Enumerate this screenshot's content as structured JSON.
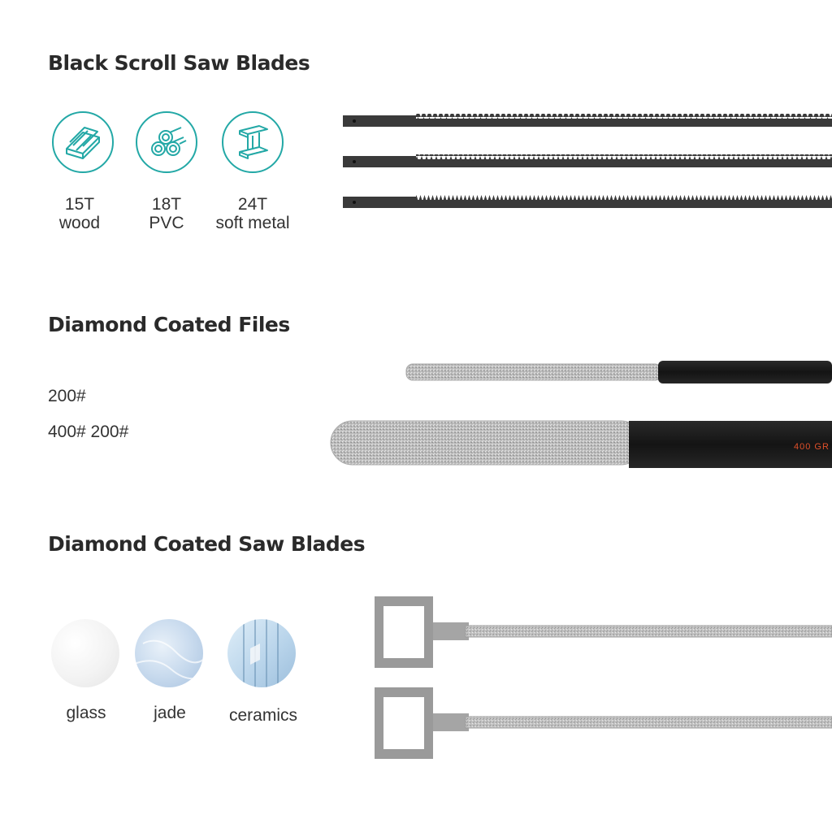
{
  "sections": {
    "scroll_blades": {
      "title": "Black Scroll Saw Blades",
      "items": [
        {
          "icon": "wood-planks-icon",
          "tpi": "15T",
          "material": "wood"
        },
        {
          "icon": "pvc-pipes-icon",
          "tpi": "18T",
          "material": "PVC"
        },
        {
          "icon": "i-beam-icon",
          "tpi": "24T",
          "material": "soft metal"
        }
      ]
    },
    "diamond_files": {
      "title": "Diamond Coated Files",
      "grit_line_1": "200#",
      "grit_line_2": "400# 200#",
      "handle_text": "400 GR"
    },
    "diamond_blades": {
      "title": "Diamond Coated Saw Blades",
      "materials": [
        "glass",
        "jade",
        "ceramics"
      ]
    }
  },
  "colors": {
    "accent": "#23a8a6",
    "blade": "#3a3a3a",
    "handle": "#1c1c1c",
    "handle_text": "#e0502a",
    "steel": "#b9b9b9"
  }
}
